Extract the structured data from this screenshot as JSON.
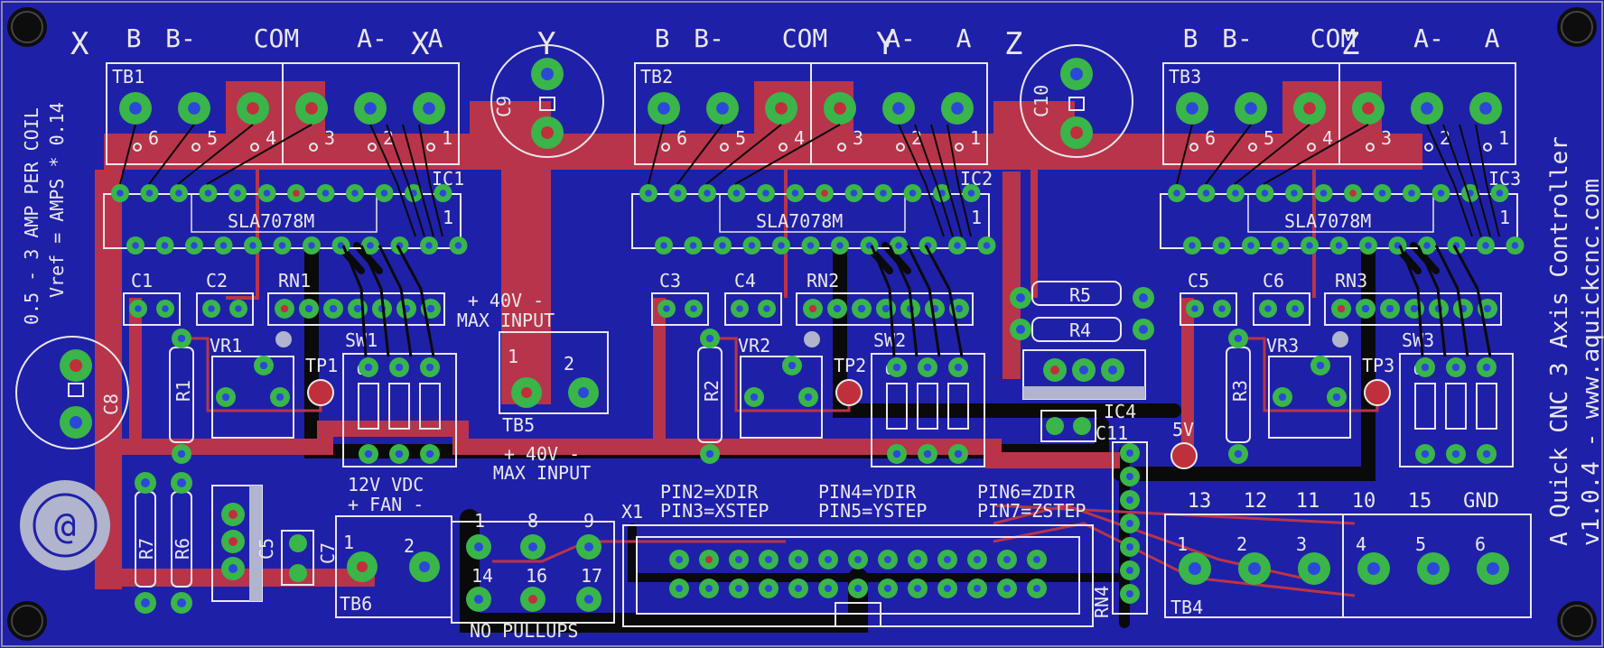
{
  "colors": {
    "board": "#1f20a8",
    "silk": "#e8e8ea",
    "trace_top": "#b8344a",
    "trace_bottom": "#0a0a0a",
    "pad": "#39b54a",
    "drill": "#2b49d8",
    "drill_red": "#c0303c"
  },
  "edge_labels": {
    "x_left": "X",
    "x_right": "X",
    "y_left": "Y",
    "y_right": "Y",
    "z_left": "Z",
    "z_right": "Z"
  },
  "terminal_labels": [
    "B",
    "B-",
    "COM",
    "A-",
    "A"
  ],
  "drivers": [
    {
      "tb": "TB1",
      "ic": "IC1",
      "chip": "SLA7078M",
      "c_a": "C1",
      "c_b": "C2",
      "rn": "RN1",
      "vr": "VR1",
      "r": "R1",
      "tp": "TP1",
      "sw": "SW1"
    },
    {
      "tb": "TB2",
      "ic": "IC2",
      "chip": "SLA7078M",
      "c_a": "C3",
      "c_b": "C4",
      "rn": "RN2",
      "vr": "VR2",
      "r": "R2",
      "tp": "TP2",
      "sw": "SW2"
    },
    {
      "tb": "TB3",
      "ic": "IC3",
      "chip": "SLA7078M",
      "c_a": "C5",
      "c_b": "C6",
      "rn": "RN3",
      "vr": "VR3",
      "r": "R3",
      "tp": "TP3",
      "sw": "SW3"
    }
  ],
  "pin_numbers": [
    "6",
    "5",
    "4",
    "3",
    "2",
    "1"
  ],
  "ic_pin1": "1",
  "sw_on": "ON",
  "caps": {
    "c9": "C9",
    "c10": "C10",
    "c8": "C8",
    "c7": "C7",
    "c5": "C5",
    "c11": "C11"
  },
  "side_text": {
    "left_line1": "0.5 - 3 AMP PER COIL",
    "left_line2": "Vref = AMPS * 0.14",
    "right_line1": "A Quick CNC 3 Axis Controller",
    "right_line2": "v1.0.4 - www.aquickcnc.com"
  },
  "power": {
    "top": "+ 40V -",
    "top_sub": "MAX INPUT",
    "bottom": "+ 40V -",
    "bottom_sub": "MAX INPUT",
    "tb5": "TB5",
    "pin1": "1",
    "pin2": "2"
  },
  "fan": {
    "line1": "12V VDC",
    "line2": "+ FAN -",
    "tb6": "TB6",
    "pin1": "1",
    "pin2": "2"
  },
  "misc": {
    "r5": "R5",
    "r4": "R4",
    "ic4": "IC4",
    "v5": "5V",
    "r7": "R7",
    "r6": "R6",
    "rn4": "RN4",
    "x1": "X1",
    "tb4": "TB4"
  },
  "pin_labels": {
    "p2": "PIN2=XDIR",
    "p3": "PIN3=XSTEP",
    "p4": "PIN4=YDIR",
    "p5": "PIN5=YSTEP",
    "p6": "PIN6=ZDIR",
    "p7": "PIN7=ZSTEP"
  },
  "jumpers": {
    "j1": "1",
    "j8": "8",
    "j9": "9",
    "j14": "14",
    "j16": "16",
    "j17": "17",
    "note": "NO PULLUPS"
  },
  "tb4_top": [
    "13",
    "12",
    "11",
    "10",
    "15",
    "GND"
  ],
  "tb4_pins": [
    "1",
    "2",
    "3",
    "4",
    "5",
    "6"
  ],
  "logo_glyph": "@"
}
